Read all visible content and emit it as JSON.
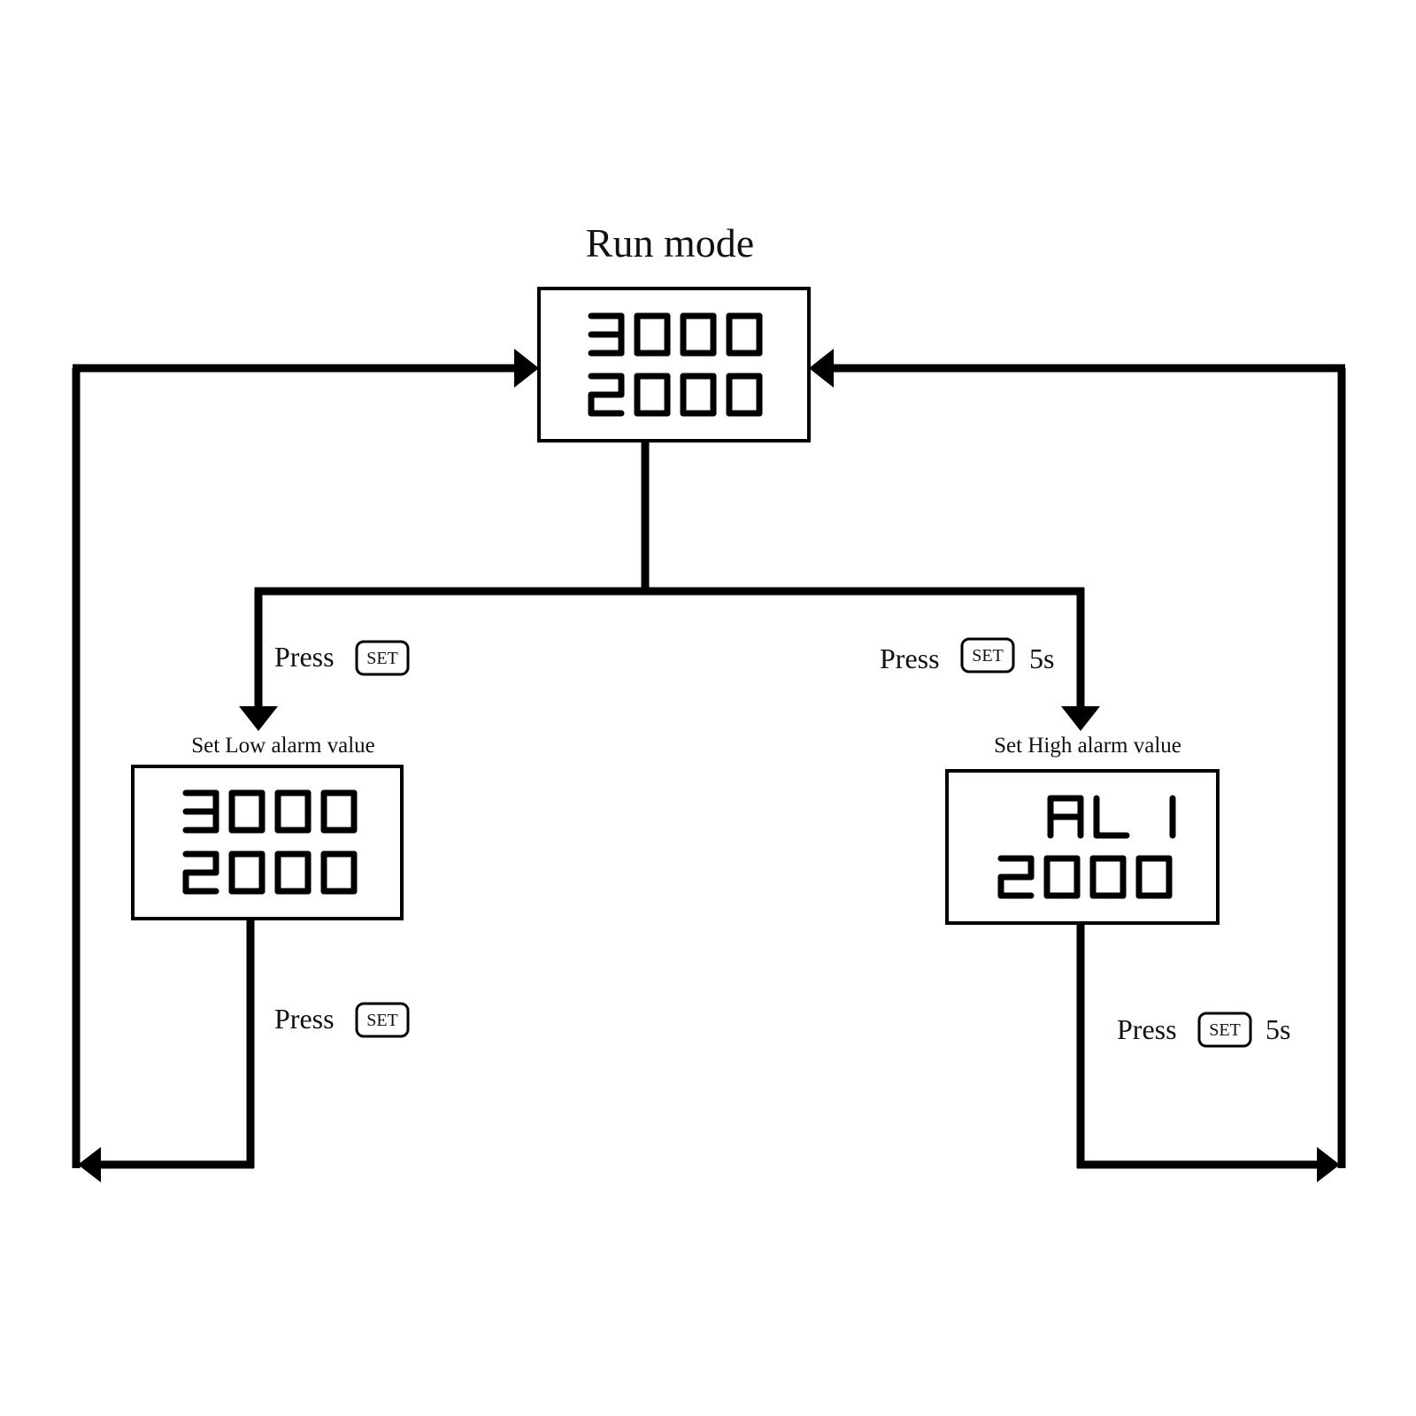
{
  "run_mode": {
    "title": "Run mode",
    "display_top": "3000",
    "display_bottom": "2000"
  },
  "low_alarm": {
    "caption": "Set Low alarm value",
    "display_top": "3000",
    "display_bottom": "2000",
    "enter_press": "Press",
    "enter_key": "SET",
    "exit_press": "Press",
    "exit_key": "SET"
  },
  "high_alarm": {
    "caption": "Set High alarm value",
    "display_top": "AL1",
    "display_bottom": "2000",
    "enter_press": "Press",
    "enter_key": "SET",
    "enter_duration": "5s",
    "exit_press": "Press",
    "exit_key": "SET",
    "exit_duration": "5s"
  },
  "colors": {
    "ink": "#000000",
    "background": "#ffffff"
  }
}
